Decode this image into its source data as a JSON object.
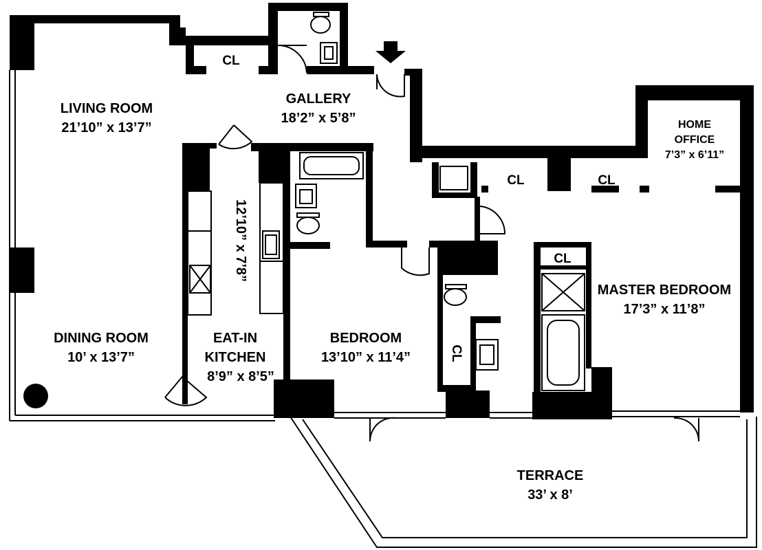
{
  "rooms": {
    "living_room": {
      "name": "LIVING ROOM",
      "dims": "21’10” x 13’7”"
    },
    "dining_room": {
      "name": "DINING ROOM",
      "dims": "10’ x 13’7”"
    },
    "gallery": {
      "name": "GALLERY",
      "dims": "18’2” x 5’8”"
    },
    "kitchen": {
      "line1": "EAT-IN",
      "line2": "KITCHEN",
      "dims": "8’9” x 8’5”",
      "inner_dims": "12’10” x 7’8”"
    },
    "bedroom": {
      "name": "BEDROOM",
      "dims": "13’10” x 11’4”"
    },
    "master_bedroom": {
      "name": "MASTER BEDROOM",
      "dims": "17’3” x 11’8”"
    },
    "home_office": {
      "line1": "HOME",
      "line2": "OFFICE",
      "dims": "7’3” x 6’11”"
    },
    "terrace": {
      "name": "TERRACE",
      "dims": "33’ x 8’"
    }
  },
  "closets": {
    "label": "CL"
  },
  "colors": {
    "wall": "#000000",
    "background": "#ffffff"
  },
  "icons": [
    "entry-arrow-icon",
    "door-swing-icon",
    "toilet-icon",
    "sink-icon",
    "bathtub-icon",
    "shower-icon",
    "stove-icon",
    "column-icon"
  ]
}
